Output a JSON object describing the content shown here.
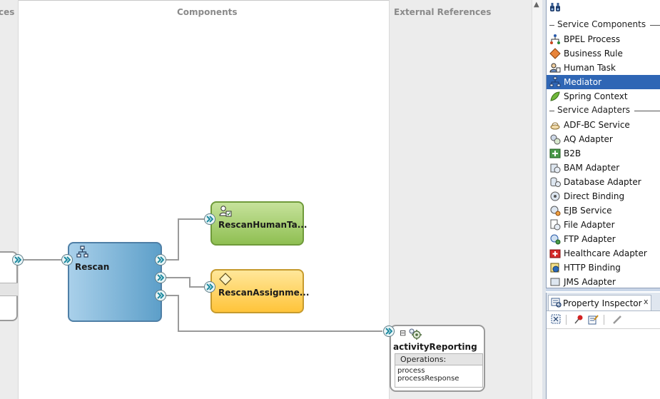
{
  "canvas": {
    "columns": {
      "left_partial": "ces",
      "components": "Components",
      "external_references": "External References"
    },
    "components": [
      {
        "name": "Rescan",
        "type": "mediator",
        "icon": "mediator-icon",
        "color": "#7fb4d6"
      },
      {
        "name": "RescanHumanTa...",
        "type": "human-task",
        "icon": "human-task-icon",
        "color": "#9cc565"
      },
      {
        "name": "RescanAssignme...",
        "type": "business-rule",
        "icon": "business-rule-icon",
        "color": "#ffd060"
      }
    ],
    "external_reference": {
      "name": "activityReporting",
      "collapse_symbol": "⊟",
      "operations_header": "Operations:",
      "operations": [
        "process",
        "processResponse"
      ]
    }
  },
  "palette": {
    "sections": [
      {
        "title": "Service Components",
        "items": [
          {
            "label": "BPEL Process",
            "icon": "bpel-process-icon"
          },
          {
            "label": "Business Rule",
            "icon": "business-rule-icon"
          },
          {
            "label": "Human Task",
            "icon": "human-task-icon"
          },
          {
            "label": "Mediator",
            "icon": "mediator-icon",
            "selected": true
          },
          {
            "label": "Spring Context",
            "icon": "spring-context-icon"
          }
        ]
      },
      {
        "title": "Service Adapters",
        "items": [
          {
            "label": "ADF-BC Service",
            "icon": "adf-bc-icon"
          },
          {
            "label": "AQ Adapter",
            "icon": "aq-adapter-icon"
          },
          {
            "label": "B2B",
            "icon": "b2b-icon"
          },
          {
            "label": "BAM Adapter",
            "icon": "bam-adapter-icon"
          },
          {
            "label": "Database Adapter",
            "icon": "database-adapter-icon"
          },
          {
            "label": "Direct Binding",
            "icon": "direct-binding-icon"
          },
          {
            "label": "EJB Service",
            "icon": "ejb-service-icon"
          },
          {
            "label": "File Adapter",
            "icon": "file-adapter-icon"
          },
          {
            "label": "FTP Adapter",
            "icon": "ftp-adapter-icon"
          },
          {
            "label": "Healthcare Adapter",
            "icon": "healthcare-adapter-icon"
          },
          {
            "label": "HTTP Binding",
            "icon": "http-binding-icon"
          },
          {
            "label": "JMS Adapter",
            "icon": "jms-adapter-icon"
          }
        ]
      }
    ],
    "search_icon": "binoculars-icon"
  },
  "inspector": {
    "tab_label": "Property Inspector",
    "close_label": "x",
    "toolbar_icons": [
      "find-icon",
      "pin-icon",
      "edit-icon",
      "pencil-icon"
    ]
  },
  "colors": {
    "selection": "#2f66b5",
    "mediator": "#7fb4d6",
    "human_task": "#9cc565",
    "business_rule": "#ffd060"
  }
}
